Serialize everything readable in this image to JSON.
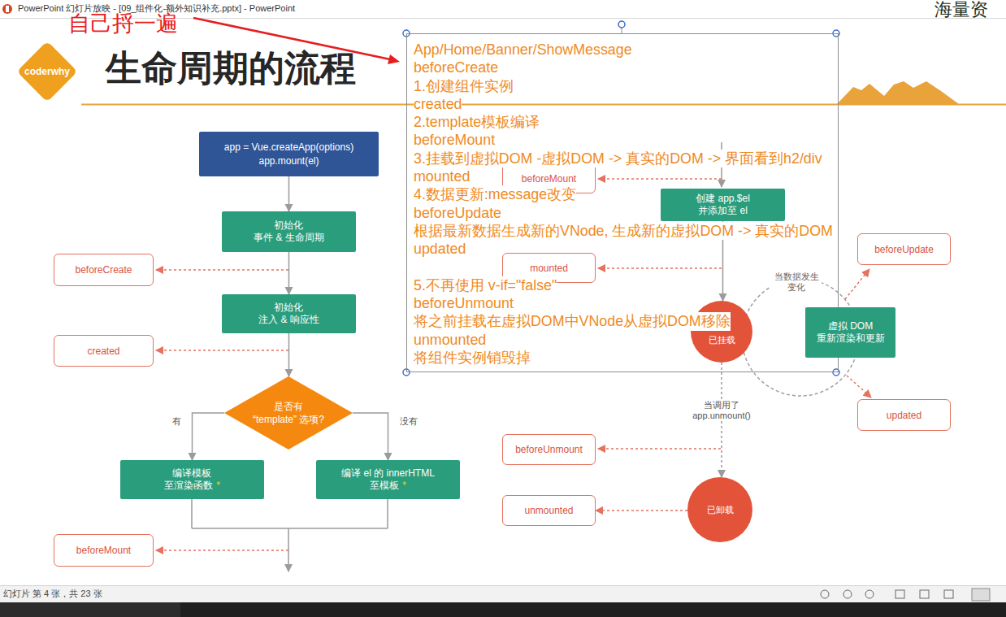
{
  "diagram": {
    "title": "生命周期的流程",
    "nodes": [
      {
        "text": [
          "coderwhy"
        ]
      },
      {
        "text": [
          "app = Vue.createApp(options)",
          "app.mount(el)"
        ]
      },
      {
        "text": [
          "初始化",
          "事件 & 生命周期"
        ]
      },
      {
        "text": [
          "beforeCreate"
        ]
      },
      {
        "text": [
          "初始化",
          "注入 & 响应性"
        ]
      },
      {
        "text": [
          "created"
        ]
      },
      {
        "text": [
          "是否有",
          "“template” 选项?"
        ]
      },
      {
        "text": [
          "编译模板",
          "至渲染函数",
          "*"
        ]
      },
      {
        "text": [
          "编译 el 的 innerHTML",
          "至模板",
          "*"
        ]
      },
      {
        "text": [
          "beforeMount"
        ]
      },
      {
        "text": [
          "beforeMount"
        ]
      },
      {
        "text": [
          "创建 app.$el",
          "并添加至 el"
        ]
      },
      {
        "text": [
          "mounted"
        ]
      },
      {
        "text": [
          "已挂载"
        ]
      },
      {
        "text": [
          "beforeUpdate"
        ]
      },
      {
        "text": [
          "虚拟 DOM",
          "重新渲染和更新"
        ]
      },
      {
        "text": [
          "updated"
        ]
      },
      {
        "text": [
          "beforeUnmount"
        ]
      },
      {
        "text": [
          "已卸载"
        ]
      },
      {
        "text": [
          "unmounted"
        ]
      },
      {
        "text": [
          "App/Home/Banner/ShowMessage",
          "beforeCreate",
          "1.创建组件实例",
          "created",
          "2.template模板编译",
          "beforeMount",
          "3.挂载到虚拟DOM -虚拟DOM -> 真实的DOM -> 界面看到h2/div",
          "mounted",
          "4.数据更新:message改变",
          "beforeUpdate",
          "根据最新数据生成新的VNode, 生成新的虚拟DOM -> 真实的DOM",
          "updated",
          "5.不再使用 v-if=\"false\"",
          "beforeUnmount",
          "将之前挂载在虚拟DOM中VNode从虚拟DOM移除",
          "unmounted",
          "将组件实例销毁掉"
        ]
      }
    ],
    "edges": [
      {
        "from": 1,
        "to": 2,
        "arrow": "to"
      },
      {
        "from": 2,
        "to": 4,
        "arrow": "to"
      },
      {
        "from": 4,
        "to": 6,
        "arrow": "to"
      },
      {
        "from": 6,
        "to": 7,
        "arrow": "to",
        "label": "有"
      },
      {
        "from": 6,
        "to": 8,
        "arrow": "to",
        "label": "没有"
      },
      {
        "from": 11,
        "to": 13,
        "arrow": "to"
      },
      {
        "from": 13,
        "to": 18,
        "arrow": "to",
        "label": "当调用了 app.unmount()"
      },
      {
        "from": 18,
        "to": 19,
        "arrow": "to"
      }
    ],
    "labels": [
      "PowerPoint 幻灯片放映 - [09_组件化-额外知识补充.pptx] - PowerPoint",
      "海量资",
      "自己捋一遍",
      "当数据发生 变化",
      "幻灯片 第 4 张，共 23 张"
    ]
  }
}
